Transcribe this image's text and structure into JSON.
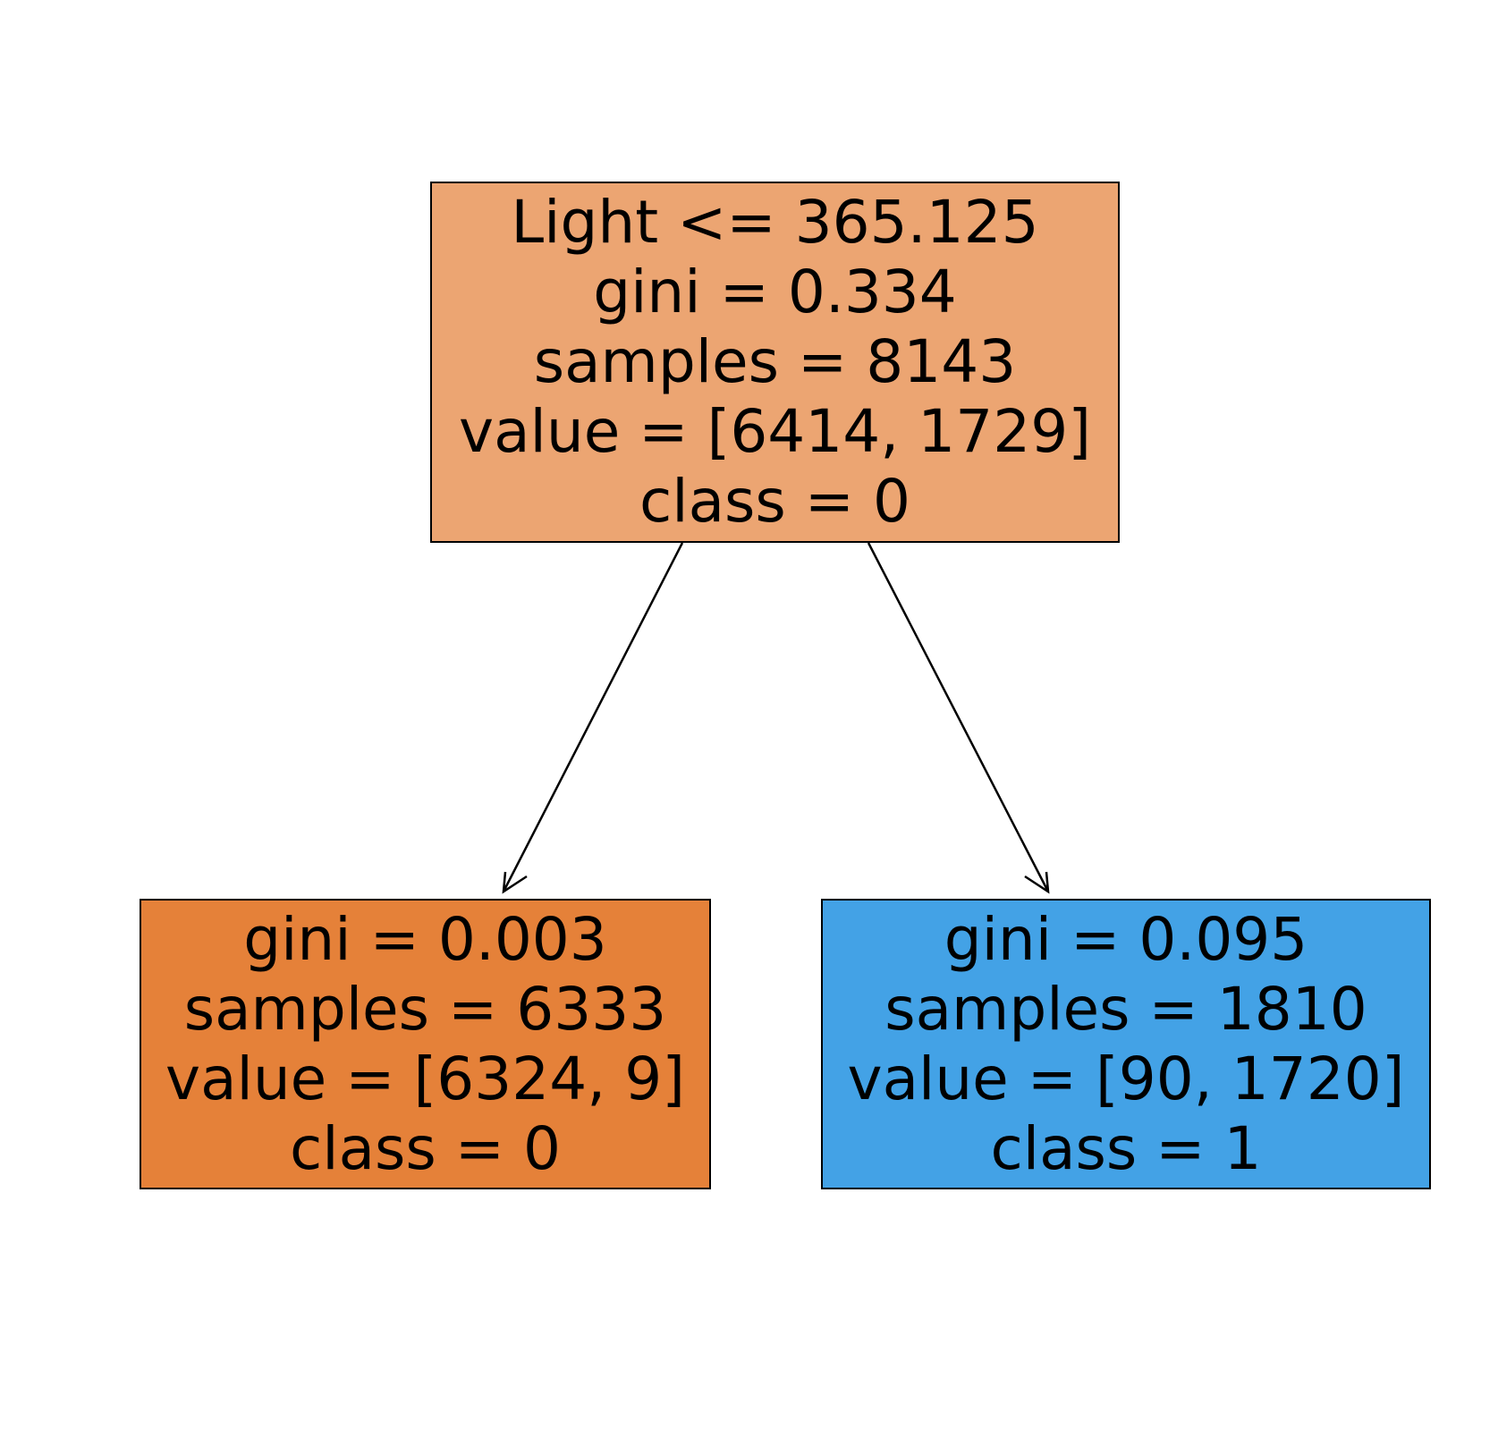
{
  "colors": {
    "class_0": "#eca572",
    "class_0_pure": "#e58139",
    "class_1": "#43a2e6",
    "edge": "#000000",
    "border": "#000000"
  },
  "tree": {
    "root": {
      "split": "Light <= 365.125",
      "gini": "gini = 0.334",
      "samples": "samples = 8143",
      "value": "value = [6414, 1729]",
      "class": "class = 0"
    },
    "left": {
      "gini": "gini = 0.003",
      "samples": "samples = 6333",
      "value": "value = [6324, 9]",
      "class": "class = 0"
    },
    "right": {
      "gini": "gini = 0.095",
      "samples": "samples = 1810",
      "value": "value = [90, 1720]",
      "class": "class = 1"
    }
  }
}
